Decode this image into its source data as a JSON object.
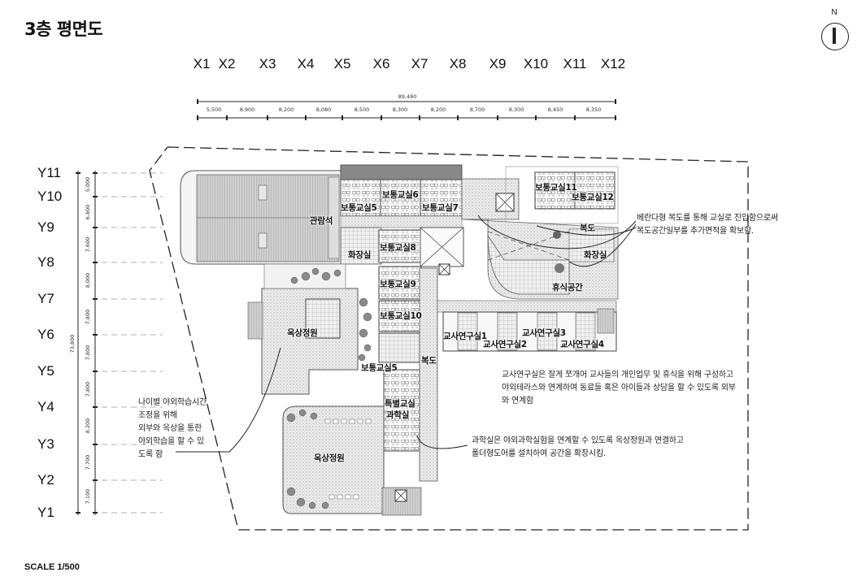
{
  "title": "3층 평면도",
  "scale": "SCALE 1/500",
  "north_label": "N",
  "grid_x": {
    "labels": [
      "X1",
      "X2",
      "X3",
      "X4",
      "X5",
      "X6",
      "X7",
      "X8",
      "X9",
      "X10",
      "X11",
      "X12"
    ],
    "total": "89,480",
    "spans": [
      "5,500",
      "8,900",
      "8,200",
      "8,080",
      "8,500",
      "8,300",
      "8,200",
      "8,700",
      "8,300",
      "8,450",
      "8,350"
    ]
  },
  "grid_y": {
    "labels": [
      "Y11",
      "Y10",
      "Y9",
      "Y8",
      "Y7",
      "Y6",
      "Y5",
      "Y4",
      "Y3",
      "Y2",
      "Y1"
    ],
    "total": "73,800",
    "spans": [
      "5,000",
      "6,800",
      "7,600",
      "8,000",
      "7,800",
      "7,800",
      "7,800",
      "8,200",
      "7,700",
      "7,100"
    ]
  },
  "rooms": {
    "classroom6": "보통교실6",
    "classroom5a": "보통교실5",
    "classroom7": "보통교실7",
    "classroom11": "보통교실11",
    "classroom12": "보통교실12",
    "seating": "관람석",
    "classroom8": "보통교실8",
    "restroom_left": "화장실",
    "corridor_right": "복도",
    "restroom_right": "화장실",
    "rest_space": "휴식공간",
    "classroom9": "보통교실9",
    "classroom10": "보통교실10",
    "rooftop_garden_upper": "옥상정원",
    "teacher_office1": "교사연구실1",
    "teacher_office2": "교사연구실2",
    "teacher_office3": "교사연구실3",
    "teacher_office4": "교사연구실4",
    "corridor_center": "복도",
    "classroom5b": "보통교실5",
    "special_classroom": "특별교실",
    "science_room": "과학실",
    "rooftop_garden_lower": "옥상정원"
  },
  "notes": {
    "veranda": [
      "베란다형 복도를 통해 교실로 진입함으로써",
      "복도공간일부를 추가면적을 확보함."
    ],
    "teacher_office": [
      "교사연구실은 잘게 쪼개어 교사들의 개인업무 및 휴식을 위해 구성하고",
      "야외테라스와 연계하여 동료들 혹은 아이들과 상담을 할 수 있도록 외부",
      "와 연계함"
    ],
    "science": [
      "과학실은 야외과학실험을 연계할 수 있도록 옥상정원과 연결하고",
      "폴더형도어를 설치하여 공간을 확장시킴."
    ],
    "outdoor": [
      "나이별 야외학습시간",
      "조정을 위해",
      "외부와 옥상을 통한",
      "야외학습을 할 수 있",
      "도록 함"
    ]
  }
}
